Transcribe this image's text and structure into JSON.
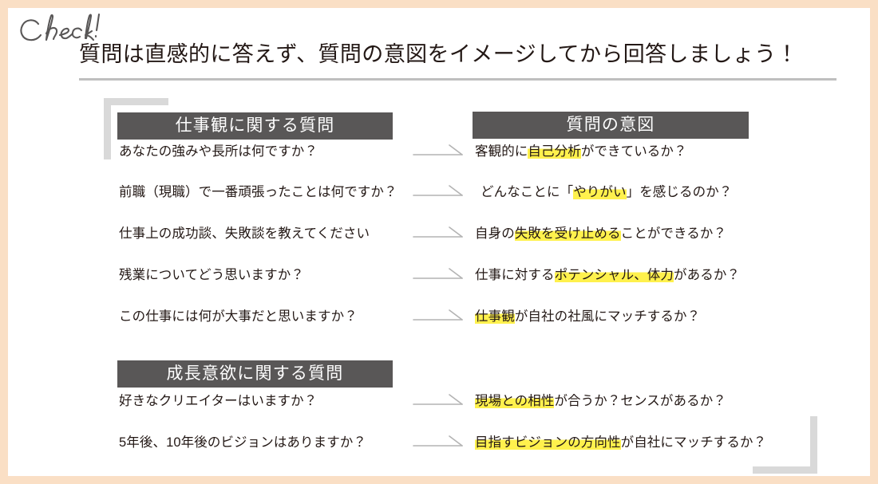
{
  "slide": {
    "check_label": "Check!",
    "title": "質問は直感的に答えず、質問の意図をイメージしてから回答しましょう！",
    "frame_color": "#fadfc5",
    "bar_color": "#595757",
    "highlight_color": "#fff14d",
    "corner_color": "#d9d9d9",
    "rule_color": "#bfbfbf",
    "text_color": "#231815"
  },
  "columns": {
    "left_header_work": "仕事観に関する質問",
    "left_header_growth": "成長意欲に関する質問",
    "right_header": "質問の意図"
  },
  "work_rows": [
    {
      "question": "あなたの強みや長所は何ですか？",
      "intent_pre": "客観的に",
      "intent_hl": "自己分析",
      "intent_post": "ができているか？",
      "indent": false
    },
    {
      "question": "前職（現職）で一番頑張ったことは何ですか？",
      "intent_pre": "どんなことに「",
      "intent_hl": "やりがい",
      "intent_post": "」を感じるのか？",
      "indent": true
    },
    {
      "question": "仕事上の成功談、失敗談を教えてください",
      "intent_pre": "自身の",
      "intent_hl": "失敗を受け止める",
      "intent_post": "ことができるか？",
      "indent": false
    },
    {
      "question": "残業についてどう思いますか？",
      "intent_pre": "仕事に対する",
      "intent_hl": "ポテンシャル、体力",
      "intent_post": "があるか？",
      "indent": false
    },
    {
      "question": "この仕事には何が大事だと思いますか？",
      "intent_pre": "",
      "intent_hl": "仕事観",
      "intent_post": "が自社の社風にマッチするか？",
      "indent": false
    }
  ],
  "growth_rows": [
    {
      "question": "好きなクリエイターはいますか？",
      "intent_pre": "",
      "intent_hl": "現場との相性",
      "intent_post": "が合うか？センスがあるか？",
      "indent": false
    },
    {
      "question": "5年後、10年後のビジョンはありますか？",
      "intent_pre": "",
      "intent_hl": "目指すビジョンの方向性",
      "intent_post": "が自社にマッチするか？",
      "indent": false
    }
  ],
  "icons": {
    "arrow": "right-arrow-icon"
  }
}
